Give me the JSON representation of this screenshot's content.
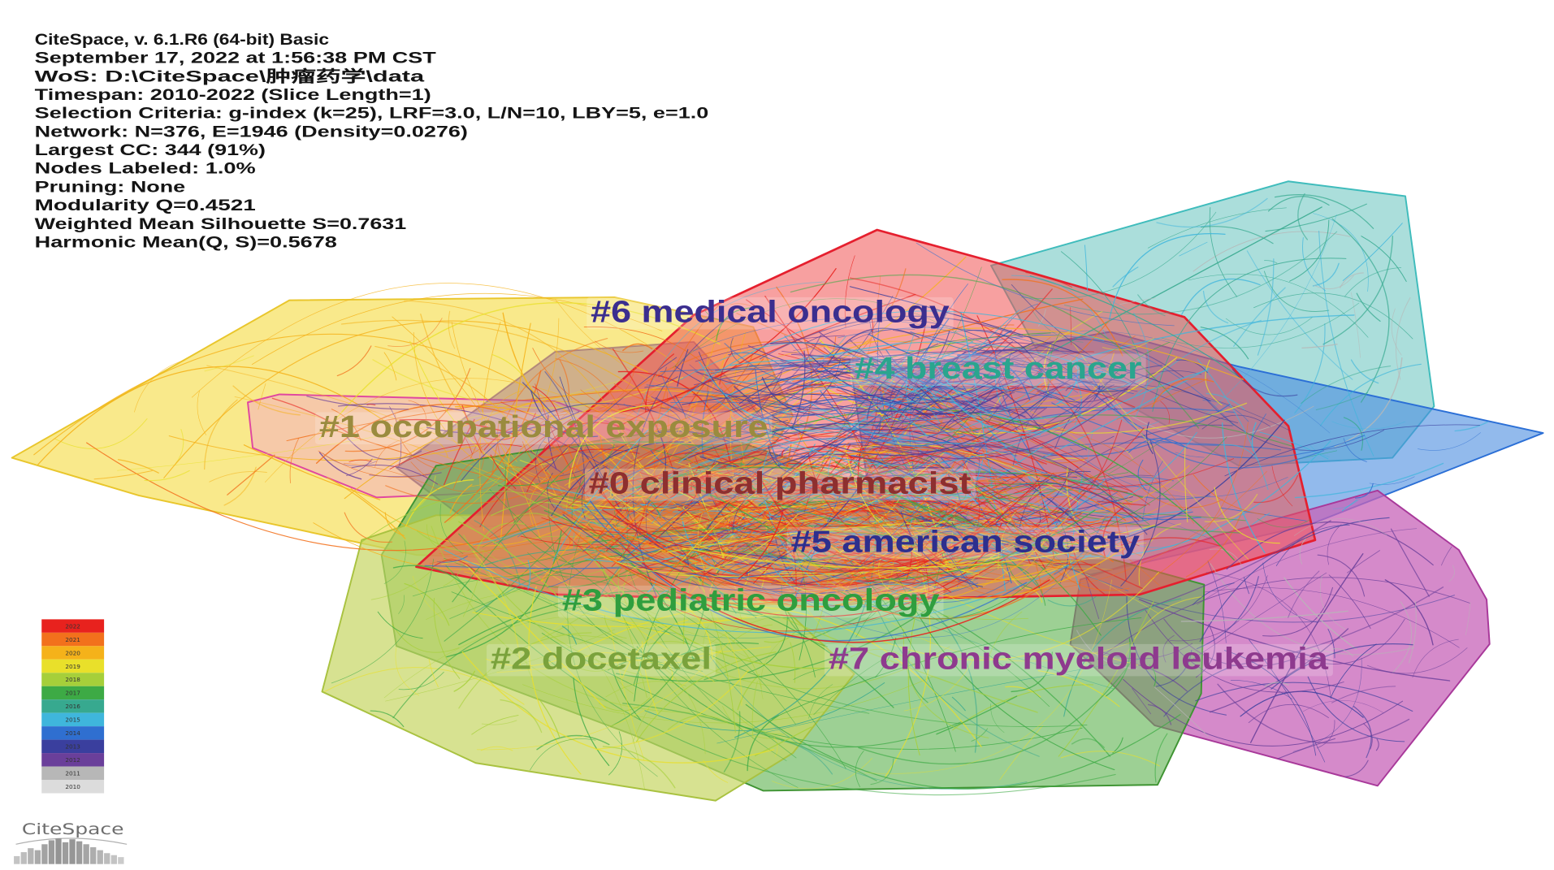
{
  "info": {
    "lines": [
      "CiteSpace, v. 6.1.R6 (64-bit) Basic",
      "September 17, 2022 at 1:56:38 PM CST",
      "WoS: D:\\CiteSpace\\肿瘤药学\\data",
      "Timespan: 2010-2022 (Slice Length=1)",
      "Selection Criteria: g-index (k=25), LRF=3.0, L/N=10, LBY=5, e=1.0",
      "Network: N=376, E=1946 (Density=0.0276)",
      "Largest CC: 344 (91%)",
      "Nodes Labeled: 1.0%",
      "Pruning: None",
      "Modularity Q=0.4521",
      "Weighted Mean Silhouette S=0.7631",
      "Harmonic Mean(Q, S)=0.5678"
    ]
  },
  "clusters": [
    {
      "label": "#6 medical oncology",
      "color": "#3b2e8f"
    },
    {
      "label": "#4 breast cancer",
      "color": "#2aa58e"
    },
    {
      "label": "#1 occupational exposure",
      "color": "#9a8b3e"
    },
    {
      "label": "#0 clinical pharmacist",
      "color": "#8e2f2f"
    },
    {
      "label": "#5 american society",
      "color": "#2d2f8e"
    },
    {
      "label": "#3 pediatric oncology",
      "color": "#2f9e3e"
    },
    {
      "label": "#2 docetaxel",
      "color": "#7aa23c"
    },
    {
      "label": "#7 chronic myeloid leukemia",
      "color": "#8e3a8e"
    }
  ],
  "hulls": {
    "teal": {
      "fill": "#8fd3cf",
      "stroke": "#3fbcbc"
    },
    "blue": {
      "fill": "#4a8ce0",
      "stroke": "#2b6fd6"
    },
    "purple": {
      "fill": "#c763b8",
      "stroke": "#a8399a"
    },
    "yellow": {
      "fill": "#f7df5a",
      "stroke": "#e9c62c"
    },
    "pink": {
      "fill": "#f3a9c6",
      "stroke": "#e0479f"
    },
    "mauve": {
      "fill": "#a8788a",
      "stroke": "#946070"
    },
    "green": {
      "fill": "#5cb14d",
      "stroke": "#3f9433"
    },
    "lightgreen": {
      "fill": "#c6d663",
      "stroke": "#a9c240"
    },
    "red": {
      "fill": "#f05252",
      "stroke": "#e51f2e"
    }
  },
  "legend": {
    "years": [
      "2022",
      "2021",
      "2020",
      "2019",
      "2018",
      "2017",
      "2016",
      "2015",
      "2014",
      "2013",
      "2012",
      "2011",
      "2010"
    ],
    "colors": [
      "#e8221e",
      "#f2711c",
      "#f5b21a",
      "#e9e02a",
      "#a6cf3a",
      "#3daa45",
      "#37a98f",
      "#3fb6dc",
      "#2f6fd0",
      "#3a3f9e",
      "#6a3f9a",
      "#b7b7b7",
      "#dcdcdc"
    ]
  },
  "logo": {
    "text": "CiteSpace"
  }
}
